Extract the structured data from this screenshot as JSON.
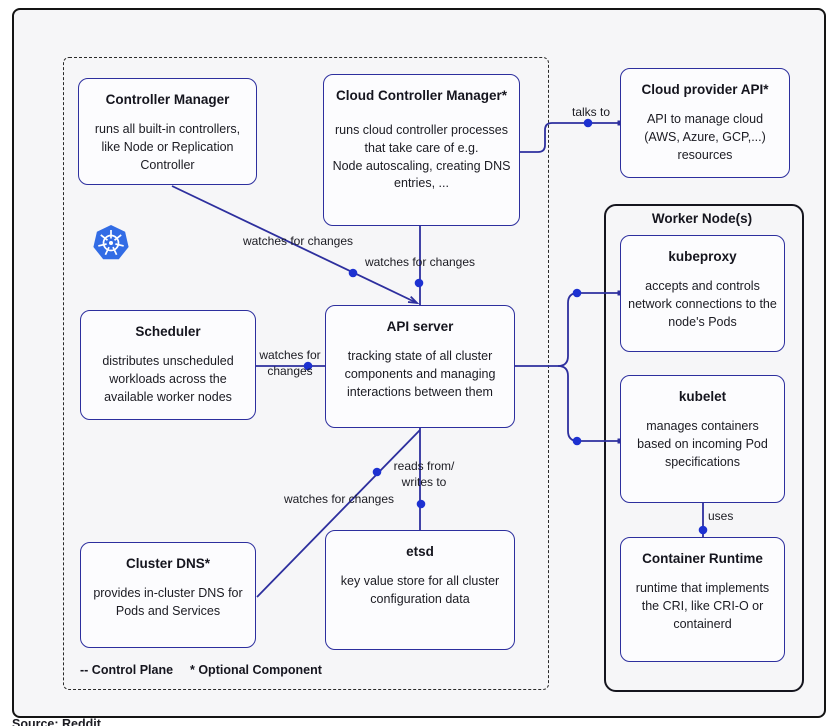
{
  "diagram": {
    "source_note": "Source: Reddit",
    "worker_node_title": "Worker Node(s)",
    "legend": {
      "control_plane": "-- Control Plane",
      "optional_component": "* Optional Component"
    },
    "boxes": {
      "controller_manager": {
        "title": "Controller Manager",
        "body": "runs all built-in controllers, like Node or Replication Controller"
      },
      "cloud_controller_manager": {
        "title": "Cloud Controller Manager*",
        "body": "runs cloud controller processes that take care of e.g.\nNode autoscaling, creating DNS entries, ..."
      },
      "cloud_provider_api": {
        "title": "Cloud provider API*",
        "body": "API to manage cloud (AWS, Azure, GCP,...) resources"
      },
      "scheduler": {
        "title": "Scheduler",
        "body": "distributes unscheduled workloads across the available worker nodes"
      },
      "api_server": {
        "title": "API server",
        "body": "tracking state of all cluster components and managing interactions between them"
      },
      "cluster_dns": {
        "title": "Cluster DNS*",
        "body": "provides in-cluster DNS for Pods and Services"
      },
      "etsd": {
        "title": "etsd",
        "body": "key value store for all cluster configuration data"
      },
      "kubeproxy": {
        "title": "kubeproxy",
        "body": "accepts and controls network connections to the node's Pods"
      },
      "kubelet": {
        "title": "kubelet",
        "body": "manages containers based on incoming Pod specifications"
      },
      "container_runtime": {
        "title": "Container Runtime",
        "body": "runtime that implements the CRI, like CRI-O or containerd"
      }
    },
    "connector_labels": {
      "watches_cm": "watches for changes",
      "watches_ccm": "watches for changes",
      "watches_scheduler": "watches for\nchanges",
      "reads_writes": "reads from/\nwrites to",
      "watches_dns": "watches for changes",
      "talks_to": "talks to",
      "uses": "uses"
    },
    "icons": {
      "kubernetes_logo": "kubernetes-helm-wheel"
    },
    "colors": {
      "box_border": "#2d2f9e",
      "connector": "#2d2f9e",
      "node_dot": "#1d31d1",
      "kubernetes_blue": "#326ce5",
      "frame_border": "#141414"
    }
  }
}
